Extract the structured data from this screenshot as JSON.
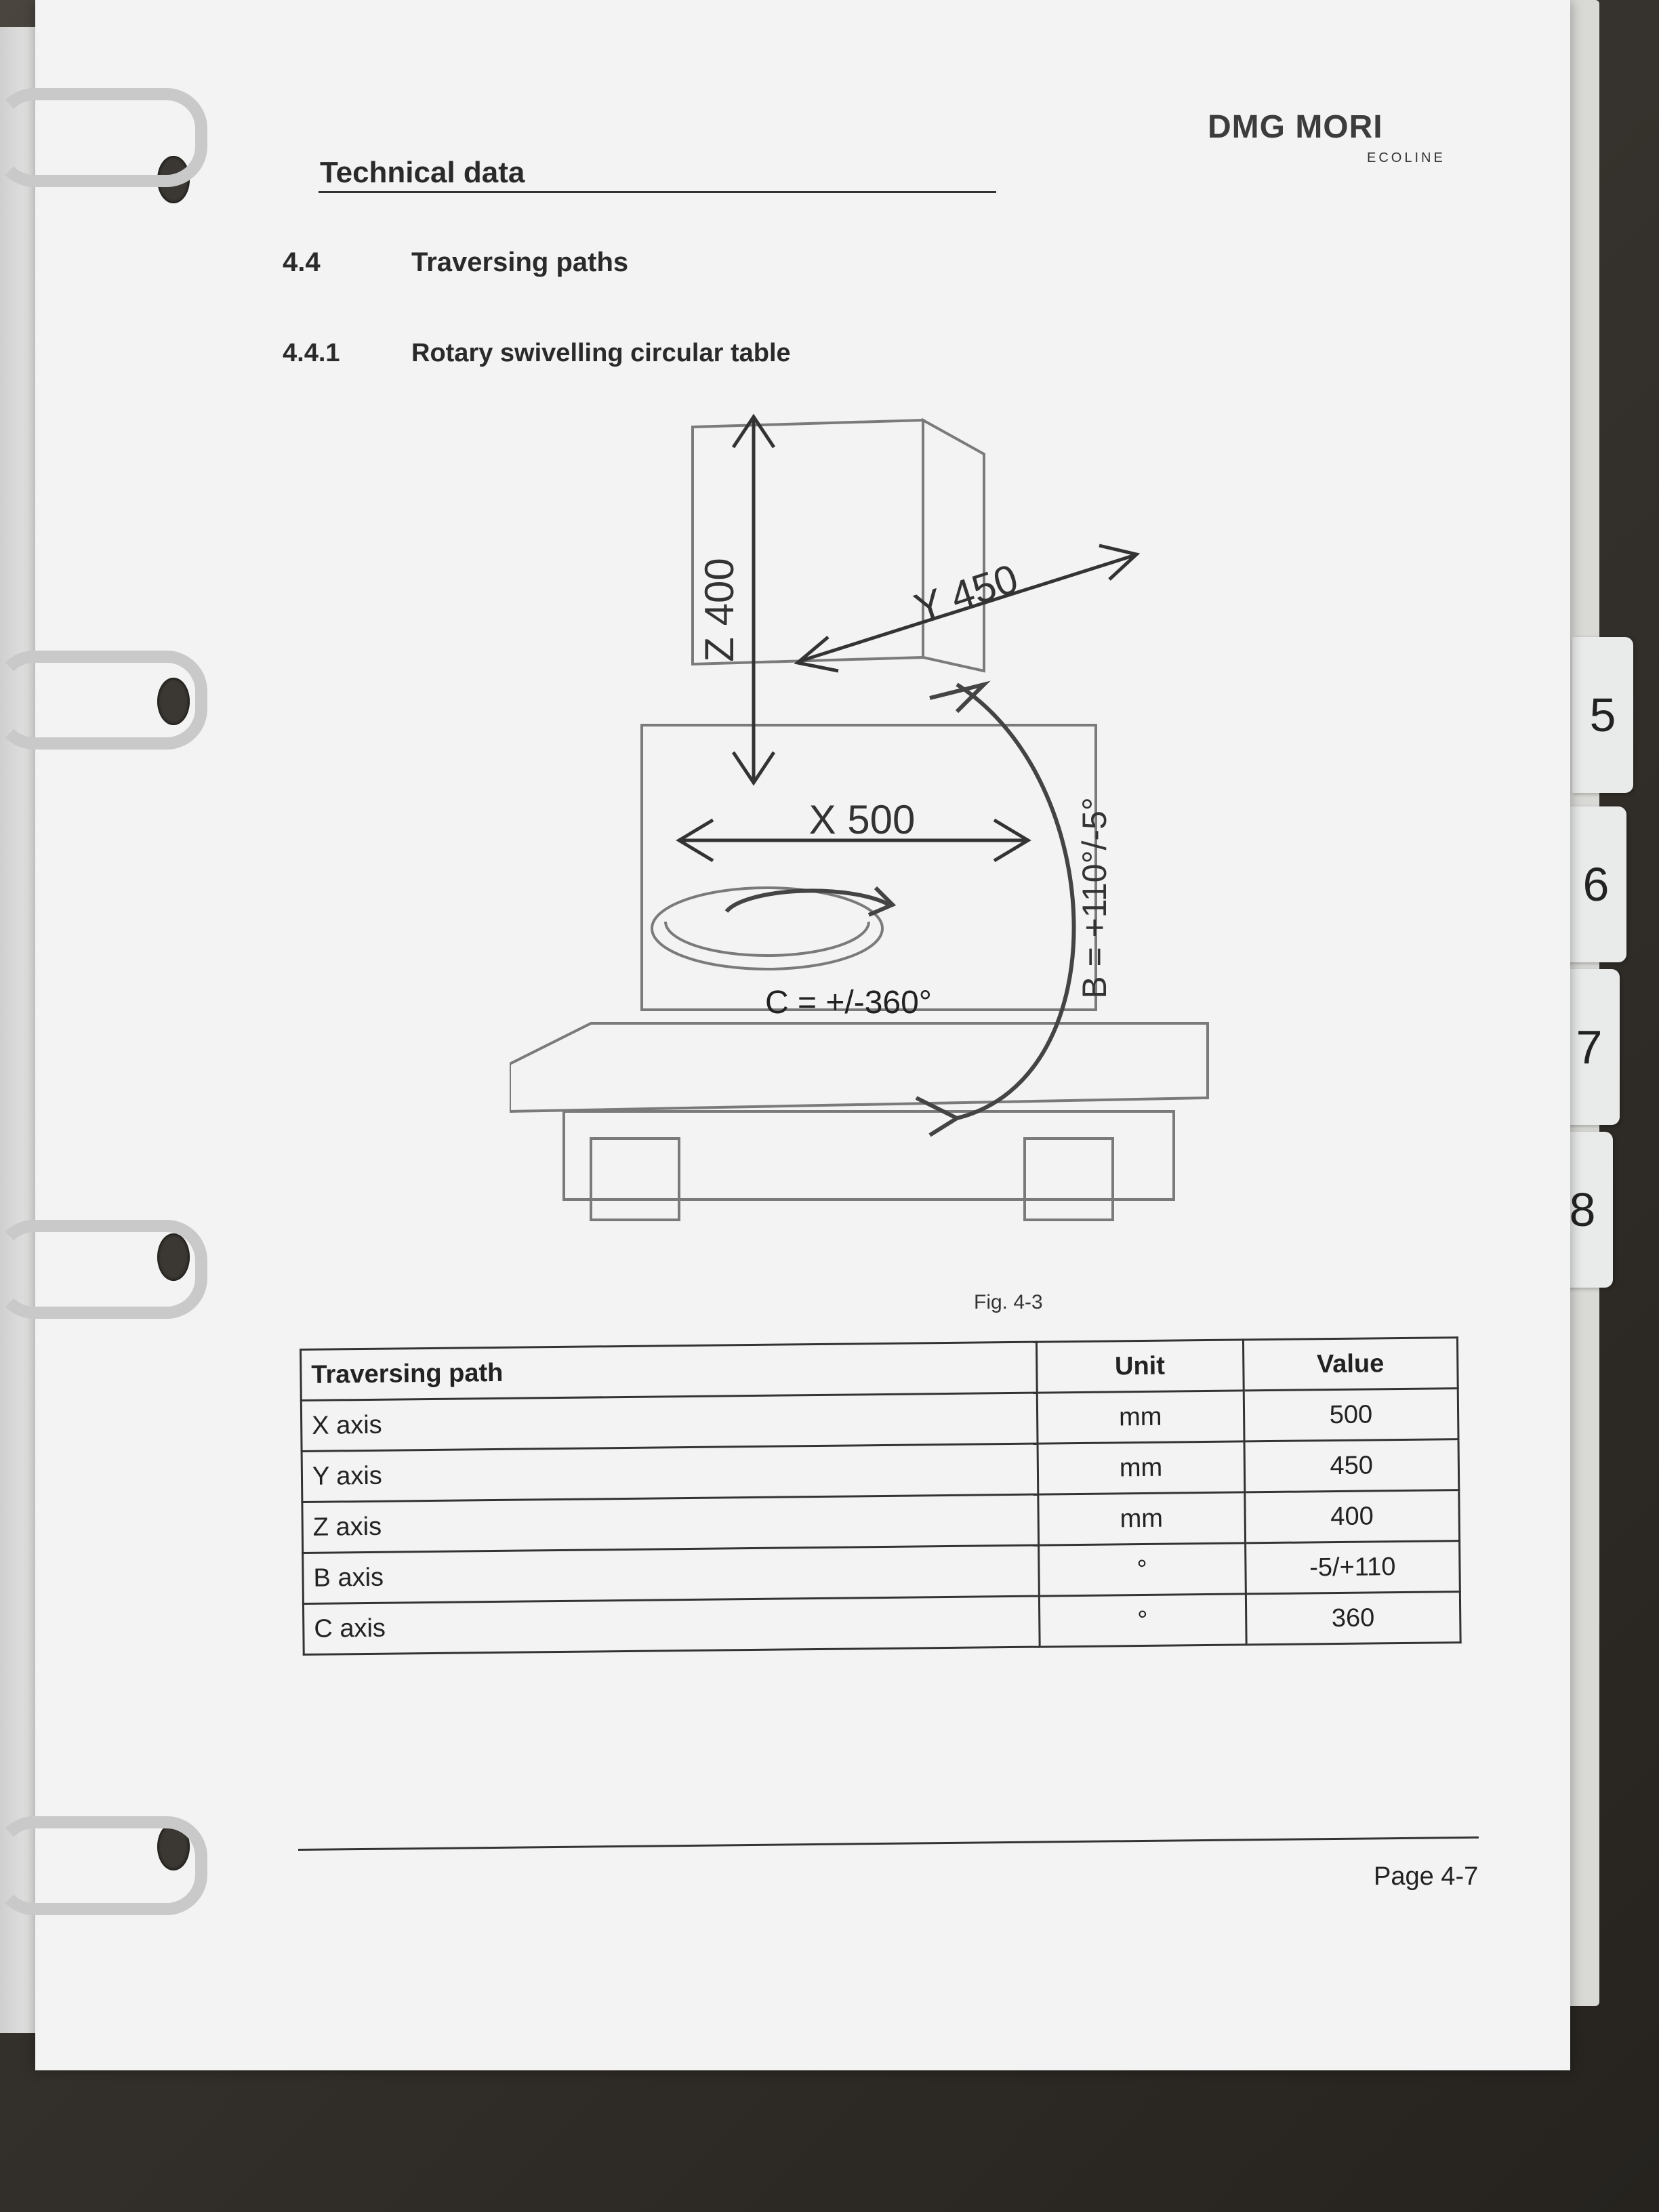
{
  "brand": {
    "name": "DMG MORI",
    "line": "ECOLINE"
  },
  "section_header": "Technical data",
  "heading_1": {
    "number": "4.4",
    "title": "Traversing paths"
  },
  "heading_2": {
    "number": "4.4.1",
    "title": "Rotary swivelling circular table"
  },
  "figure": {
    "z_label": "Z 400",
    "y_label": "Y 450",
    "x_label": "X 500",
    "c_label": "C = +/-360°",
    "b_label": "B = +110°/-5°",
    "caption": "Fig. 4-3"
  },
  "table": {
    "headers": [
      "Traversing path",
      "Unit",
      "Value"
    ],
    "rows": [
      [
        "X axis",
        "mm",
        "500"
      ],
      [
        "Y axis",
        "mm",
        "450"
      ],
      [
        "Z axis",
        "mm",
        "400"
      ],
      [
        "B axis",
        "°",
        "-5/+110"
      ],
      [
        "C axis",
        "°",
        "360"
      ]
    ]
  },
  "page_number": "Page 4-7",
  "tabs": [
    "5",
    "6",
    "7",
    "8"
  ]
}
